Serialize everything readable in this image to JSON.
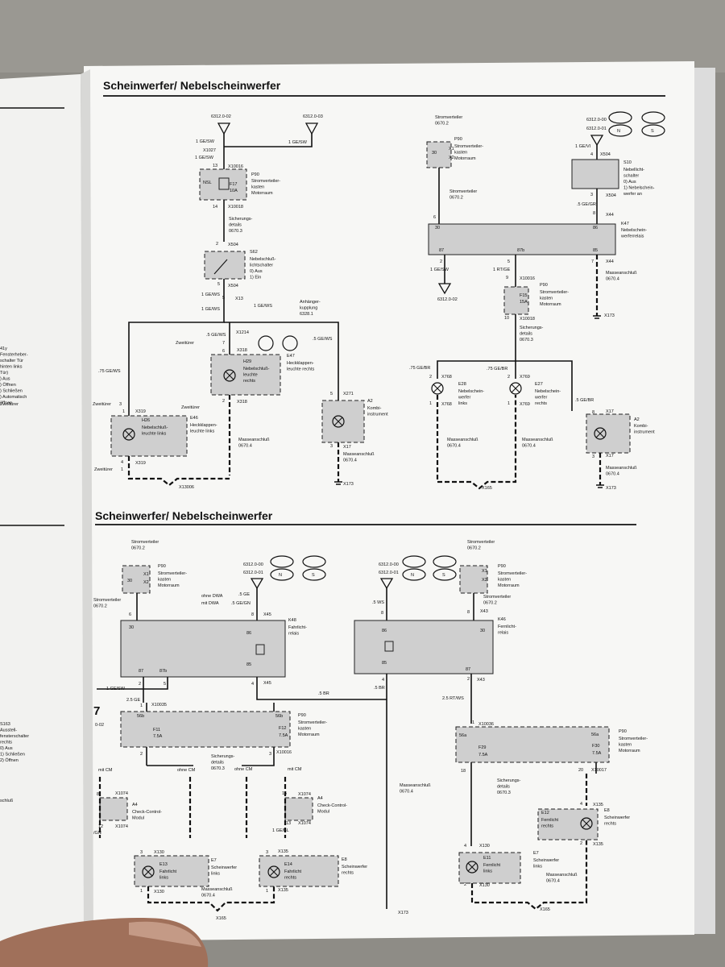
{
  "top": {
    "title": "Scheinwerfer/ Nebelscheinwerfer",
    "left": {
      "src1": "6312.0-02",
      "src2": "6312.0-03",
      "w1": "1 GE/SW",
      "w2": "1 GE/SW",
      "x1027": "X1027",
      "w3": "1 GE/SW",
      "pin13": "13",
      "x10016": "X10016",
      "nsl": "NSL",
      "f17": "F17",
      "f17a": "10A",
      "p90": "P90",
      "p90d": "Stromverteiler-\nkasten\nMotorraum",
      "pin14": "14",
      "x10018": "X10018",
      "sich": "Sicherungs-\ndetails\n0670.3",
      "pin2": "2",
      "x504": "X504",
      "s62": "S62",
      "s62d": "Nebelschluß-\nlichtschalter\n0) Aus\n1) Ein",
      "pin5": "5",
      "x504b": "X504",
      "w4": "1 GE/WS",
      "pin5b": "5",
      "x13": "X13",
      "w5": "1 GE/WS",
      "w6": "1 GE/WS",
      "anh": "Anhänger-\nkupplung\n6328.1",
      "x1214": "X1214",
      "zw1": "Zweitürer",
      "w7": ".5 GE/WS",
      "pin7": "7",
      "w8": ".5 GE/WS",
      "pin6": "6",
      "x318": "X318",
      "h29": "H29",
      "h29d": "Nebelschluß-\nleuchte\nrechts",
      "e47": "E47",
      "e47d": "Heckklappen-\nleuchte rechts",
      "pin2b": "2",
      "x318b": "X318",
      "w9": ".75 GE/WS",
      "zw2": "Zweitürer",
      "pin3": "3",
      "pin1": "1",
      "x319": "X319",
      "zw3": "Zweitürer",
      "h26": "H26",
      "h26d": "Nebelschluß-\nleuchte links",
      "e46": "E46",
      "e46d": "Heckklappen-\nleuchte links",
      "mass1": "Masseanschluß\n0670.4",
      "pin4": "4",
      "x319b": "X319",
      "zw4": "Zweitürer",
      "pin1b": "1",
      "x13006": "X13006",
      "pin5c": "5",
      "x271": "X271",
      "a2": "A2",
      "a2d": "Kombi-\ninstrument",
      "pin3b": "3",
      "x17": "X17",
      "mass2": "Masseanschluß\n0670.4",
      "x173": "X173"
    },
    "right": {
      "sv": "Stromverteiler\n0670.2",
      "p90": "P90",
      "p90d": "Stromverteiler-\nkasten\nMotorraum",
      "n30": "30",
      "x1": "X1",
      "x2": "X2",
      "sv2": "Stromverteiler\n0670.2",
      "src1": "6312.0-00",
      "src2": "6312.0-01",
      "cN": "N",
      "cS": "S",
      "w1": "1 GE/VI",
      "pin4": "4",
      "x504": "X504",
      "s10": "S10",
      "s10d": "Nebellicht-\nschalter\n0) Aus\n1) Nebelschein-\nwerfer an",
      "pin3": "3",
      "x504b": "X504",
      "w2": ".5 GE/GR",
      "pin6": "6",
      "pin8": "8",
      "x44": "X44",
      "k47": "K47",
      "k47d": "Nebelschein-\nwerferrelais",
      "n30b": "30",
      "n86": "86",
      "n87": "87",
      "n87b": "87b",
      "n85": "85",
      "pin2": "2",
      "pin5": "5",
      "pin7": "7",
      "x44b": "X44",
      "w3": "1 GE/SW",
      "w4": "1 RT/GE",
      "pin9": "9",
      "x10016": "X10016",
      "dst": "6312.0-02",
      "mass0": "Masseanschluß\n0670.4",
      "f15": "F15",
      "f15a": "15A",
      "p90b": "P90",
      "p90bd": "Stromverteiler-\nkasten\nMotorraum",
      "pin10": "10",
      "x10018": "X10018",
      "sich": "Sicherungs-\ndetails\n0670.3",
      "x173": "X173",
      "w5": ".75 GE/BR",
      "w6": ".75 GE/BR",
      "pin2b": "2",
      "x768": "X768",
      "pin2c": "2",
      "x769": "X769",
      "e28": "E28",
      "e28d": "Nebelschein-\nwerfer\nlinks",
      "e27": "E27",
      "e27d": "Nebelschein-\nwerfer\nrechts",
      "pin1": "1",
      "x768b": "X768",
      "pin1b": "1",
      "x769b": "X769",
      "w7": ".5 GE/BR",
      "pin8b": "8",
      "x17": "X17",
      "a2": "A2",
      "a2d": "Kombi-\ninstrument",
      "pin3c": "3",
      "x17b": "X17",
      "mass1": "Masseanschluß\n0670.4",
      "mass2": "Masseanschluß\n0670.4",
      "mass3": "Masseanschluß\n0670.4",
      "x165": "X165",
      "x173b": "X173"
    }
  },
  "bottom": {
    "title": "Scheinwerfer/ Nebelscheinwerfer",
    "sv": "Stromverteiler\n0670.2",
    "p90": "P90",
    "p90d": "Stromverteiler-\nkasten\nMotorraum",
    "n30": "30",
    "x1": "X1",
    "x2": "X2",
    "sv2": "Stromverteiler\n0670.2",
    "src1": "6312.0-00",
    "src2": "6312.0-01",
    "cN": "N",
    "cS": "S",
    "dwa1": "ohne DWA",
    "dwa2": "mit DWA",
    "w1": ".5 GE",
    "w2": ".5 GE/GN",
    "pin6": "6",
    "pin8": "8",
    "x45": "X45",
    "k48": "K48",
    "k48d": "Fahrlicht-\nrelais",
    "n30b": "30",
    "n86": "86",
    "n85": "85",
    "n87": "87",
    "n87b": "87b",
    "pin2": "2",
    "pin5": "5",
    "pin4": "4",
    "x45b": "X45",
    "w3": "1 GE/SW",
    "w4": ".5 BR",
    "w5": "2.5 GE",
    "pin1": "1",
    "x10035": "X10035",
    "n56b": "56b",
    "n56b2": "56b",
    "p90b": "P90",
    "p90bd": "Stromverteiler-\nkasten\nMotorraum",
    "f11": "F11",
    "f11a": "7.5A",
    "f12": "F12",
    "f12a": "7.5A",
    "pin2b": "2",
    "pin3": "3",
    "x10016": "X10016",
    "sich": "Sicherungs-\ndetails\n0670.3",
    "cm1": "mit CM",
    "cm2": "ohne CM",
    "cm3": "ohne CM",
    "cm4": "mit CM",
    "pin8b": "8",
    "x1074": "X1074",
    "a4": "A4",
    "a4d": "Check-Control-\nModul",
    "pin12": "12",
    "x1074b": "X1074",
    "w6": "/GN",
    "pin15": "15",
    "x1074c": "X1074",
    "a4b": "A4",
    "a4bd": "Check-Control-\nModul",
    "pin13": "13",
    "x1074d": "X1074",
    "w7": "1 GE/BL",
    "pin3b": "3",
    "x130": "X130",
    "e7": "E7",
    "e7d": "Scheinwerfer\nlinks",
    "e13": "E13",
    "e13d": "Fahrlicht\nlinks",
    "pin3c": "3",
    "x135": "X135",
    "e8": "E8",
    "e8d": "Scheinwerfer\nrechts",
    "e14": "E14",
    "e14d": "Fahrlicht\nrechts",
    "pin1b": "1",
    "x130b": "X130",
    "pin1c": "1",
    "x135b": "X135",
    "mass1": "Masseanschluß\n0670.4",
    "x165": "X165",
    "r_src1": "6312.0-00",
    "r_src2": "6312.0-01",
    "r_cN": "N",
    "r_cS": "S",
    "r_sv": "Stromverteiler\n0670.2",
    "r_p90": "P90",
    "r_p90d": "Stromverteiler-\nkasten\nMotorraum",
    "r_n30": "30",
    "r_x1": "X1",
    "r_x2": "X2",
    "r_sv2": "Stromverteiler\n0670.2",
    "r_w1": ".5 WS",
    "r_pin8": "8",
    "r_pin8b": "8",
    "r_x43": "X43",
    "k46": "K46",
    "k46d": "Fernlicht-\nrelais",
    "r_n86": "86",
    "r_n85": "85",
    "r_n87": "87",
    "r_pin4": "4",
    "r_pin2": "2",
    "r_x43b": "X43",
    "r_w2": ".5 BR",
    "r_w3": "2.5 RT/WS",
    "r_pin1": "1",
    "r_x10036": "X10036",
    "n56a": "56a",
    "n56a2": "56a",
    "r_p90b": "P90",
    "r_p90bd": "Stromverteiler-\nkasten\nMotorraum",
    "f29": "F29",
    "f29a": "7.5A",
    "f30": "F30",
    "f30a": "7.5A",
    "r_pin18": "18",
    "r_pin20": "20",
    "r_x10017": "X10017",
    "r_sich": "Sicherungs-\ndetails\n0670.3",
    "r_mass0": "Masseanschluß\n0670.4",
    "r_pin4b": "4",
    "r_x135": "X135",
    "r_e8": "E8",
    "r_e8d": "Scheinwerfer\nrechts",
    "e12": "E12",
    "e12d": "Fernlicht\nrechts",
    "r_pin2b": "2",
    "r_x135b": "X135",
    "r_pin4c": "4",
    "r_x130": "X130",
    "r_e7": "E7",
    "r_e7d": "Scheinwerfer\nlinks",
    "e11": "E11",
    "e11d": "Fernlicht\nlinks",
    "r_pin2c": "2",
    "r_x130b": "X130",
    "r_mass1": "Masseanschluß\n0670.4",
    "r_x165": "X165",
    "x173": "X173"
  },
  "margin_left": {
    "a": "41y\nFensterheber-\nschalter Tür\nhinten links\nTür)\n) Aus\n) Öffnen\n) Schließen\n) Automatisch\nöffnen",
    "b": "Zweitürer",
    "c": "0-02",
    "d": "S163\nAusstell-\nfensterschalter\nrechts\n0) Aus\n1) Schließen\n2) Öffnen",
    "e": "schluß",
    "f": "7"
  }
}
